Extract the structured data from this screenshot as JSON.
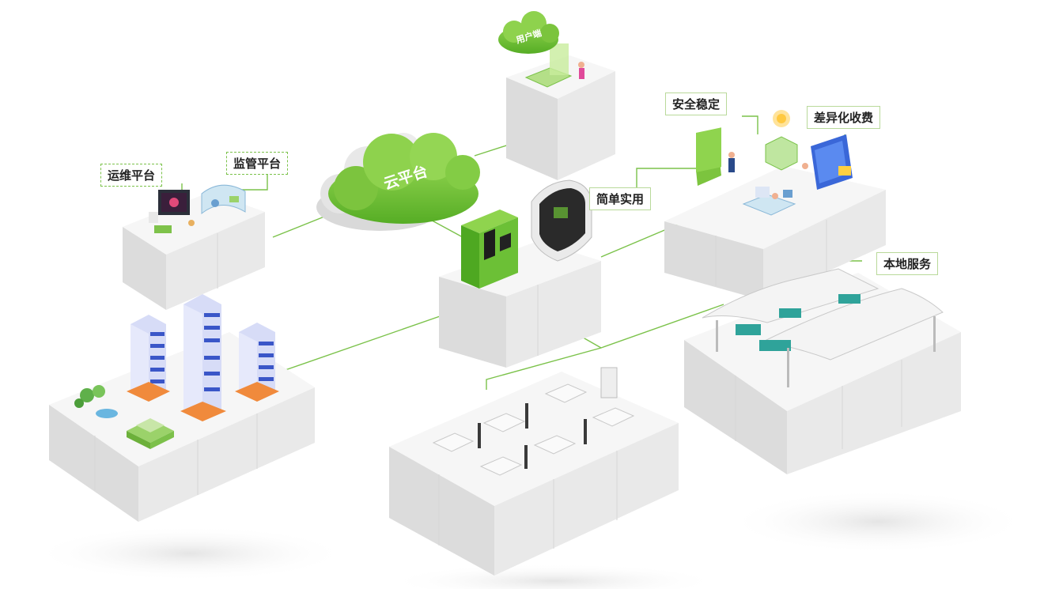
{
  "cloud_platform": "云平台",
  "user_end": "用户端",
  "platforms": {
    "ops": "运维平台",
    "supervision": "监管平台"
  },
  "features": {
    "safe": "安全稳定",
    "pricing": "差异化收费",
    "simple": "简单实用",
    "local": "本地服务"
  },
  "colors": {
    "brand_green": "#6cc036",
    "connector": "#7bc24a",
    "cube_top": "#f6f6f6",
    "cube_left": "#dcdcdc",
    "cube_right": "#e9e9e9"
  }
}
